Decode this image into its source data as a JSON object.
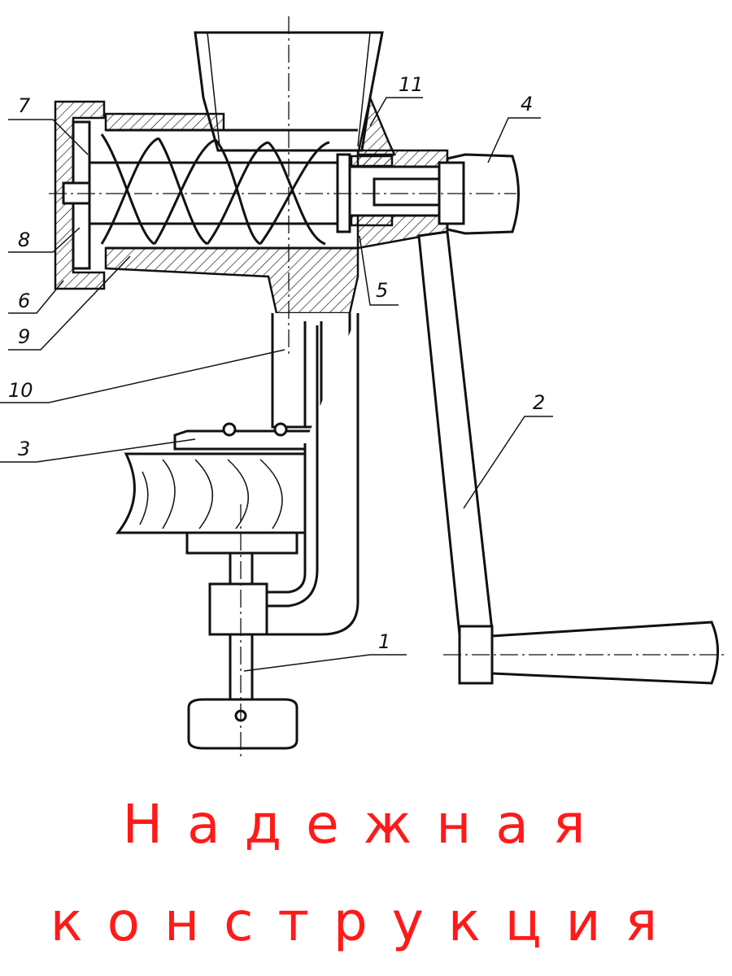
{
  "diagram": {
    "labels": [
      "1",
      "2",
      "3",
      "4",
      "5",
      "6",
      "7",
      "8",
      "9",
      "10",
      "11"
    ]
  },
  "caption": {
    "line1": "Надежная",
    "line2": "конструкция",
    "color": "#ff1a1a"
  }
}
